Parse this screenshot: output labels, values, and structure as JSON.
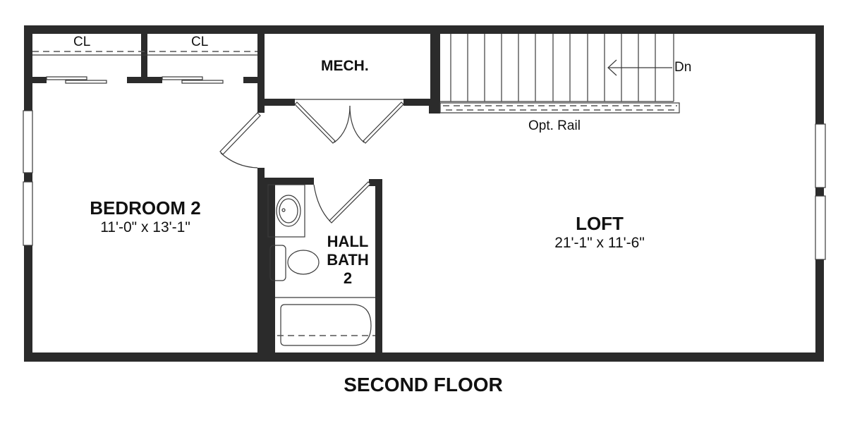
{
  "plan": {
    "title": "SECOND FLOOR",
    "colors": {
      "wall": "#2b2b2b",
      "background": "#ffffff",
      "text": "#111111"
    },
    "rooms": {
      "bedroom": {
        "name": "BEDROOM 2",
        "dimensions": "11'-0\" x 13'-1\""
      },
      "loft": {
        "name": "LOFT",
        "dimensions": "21'-1\" x 11'-6\""
      },
      "mech": {
        "name": "MECH."
      },
      "bath": {
        "line1": "HALL",
        "line2": "BATH",
        "line3": "2"
      },
      "closet1": {
        "name": "CL"
      },
      "closet2": {
        "name": "CL"
      }
    },
    "stairs": {
      "direction_label": "Dn",
      "rail_label": "Opt. Rail"
    }
  }
}
